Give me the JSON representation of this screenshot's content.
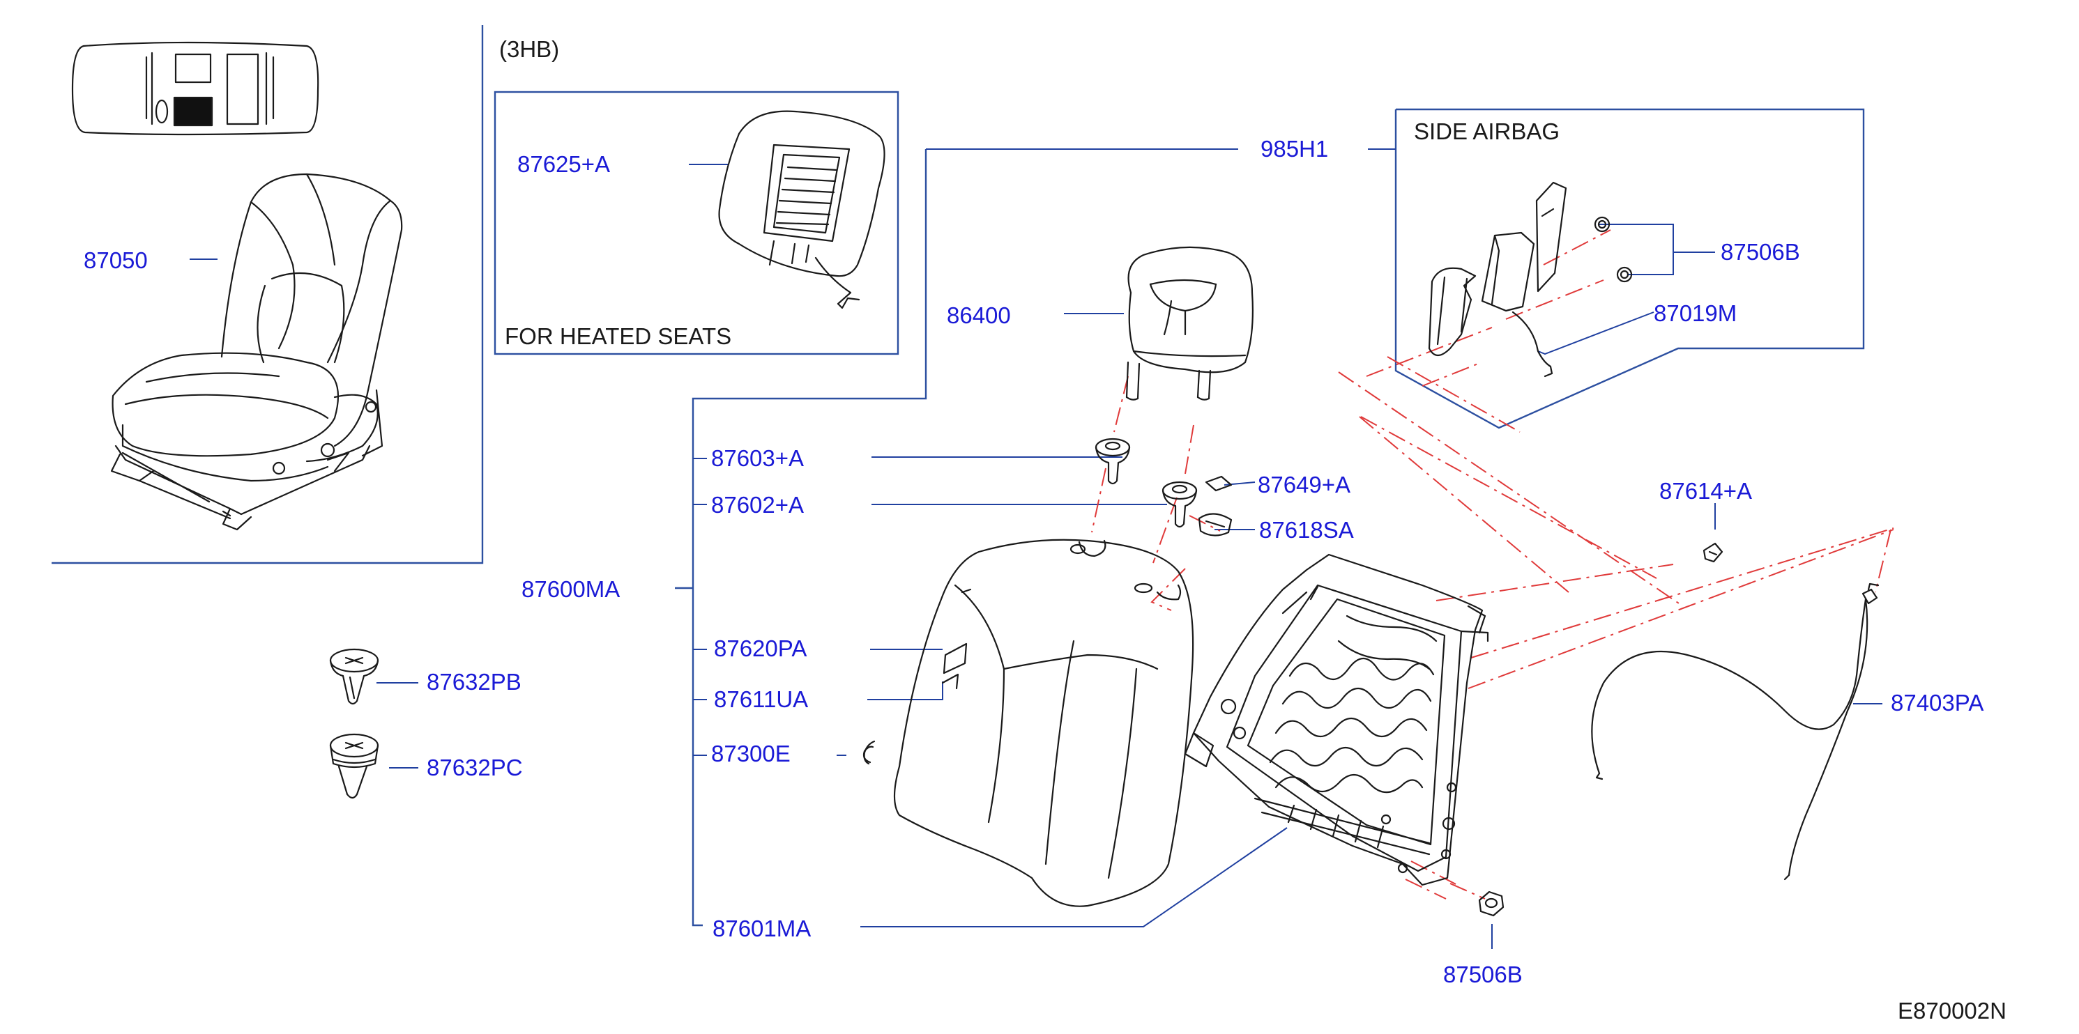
{
  "colors": {
    "label": "#1a1ad6",
    "leader": "#2040a0",
    "box": "#2c4fa0",
    "drawing": "#1a1a1a",
    "dash": "#e03a3a",
    "background": "#ffffff"
  },
  "texts": {
    "variant": "(3HB)",
    "heated_note": "FOR  HEATED  SEATS",
    "airbag_note": "SIDE  AIRBAG",
    "diagram_id": "E870002N"
  },
  "parts": [
    {
      "id": "p87050",
      "number": "87050"
    },
    {
      "id": "p87625a",
      "number": "87625+A"
    },
    {
      "id": "p985h1",
      "number": "985H1"
    },
    {
      "id": "p86400",
      "number": "86400"
    },
    {
      "id": "p87506b_top",
      "number": "87506B"
    },
    {
      "id": "p87019m",
      "number": "87019M"
    },
    {
      "id": "p87603a",
      "number": "87603+A"
    },
    {
      "id": "p87602a",
      "number": "87602+A"
    },
    {
      "id": "p87649a",
      "number": "87649+A"
    },
    {
      "id": "p87618sa",
      "number": "87618SA"
    },
    {
      "id": "p87614a",
      "number": "87614+A"
    },
    {
      "id": "p87600ma",
      "number": "87600MA"
    },
    {
      "id": "p87620pa",
      "number": "87620PA"
    },
    {
      "id": "p87611ua",
      "number": "87611UA"
    },
    {
      "id": "p87300e",
      "number": "87300E"
    },
    {
      "id": "p87632pb",
      "number": "87632PB"
    },
    {
      "id": "p87632pc",
      "number": "87632PC"
    },
    {
      "id": "p87403pa",
      "number": "87403PA"
    },
    {
      "id": "p87601ma",
      "number": "87601MA"
    },
    {
      "id": "p87506b_bot",
      "number": "87506B"
    }
  ]
}
